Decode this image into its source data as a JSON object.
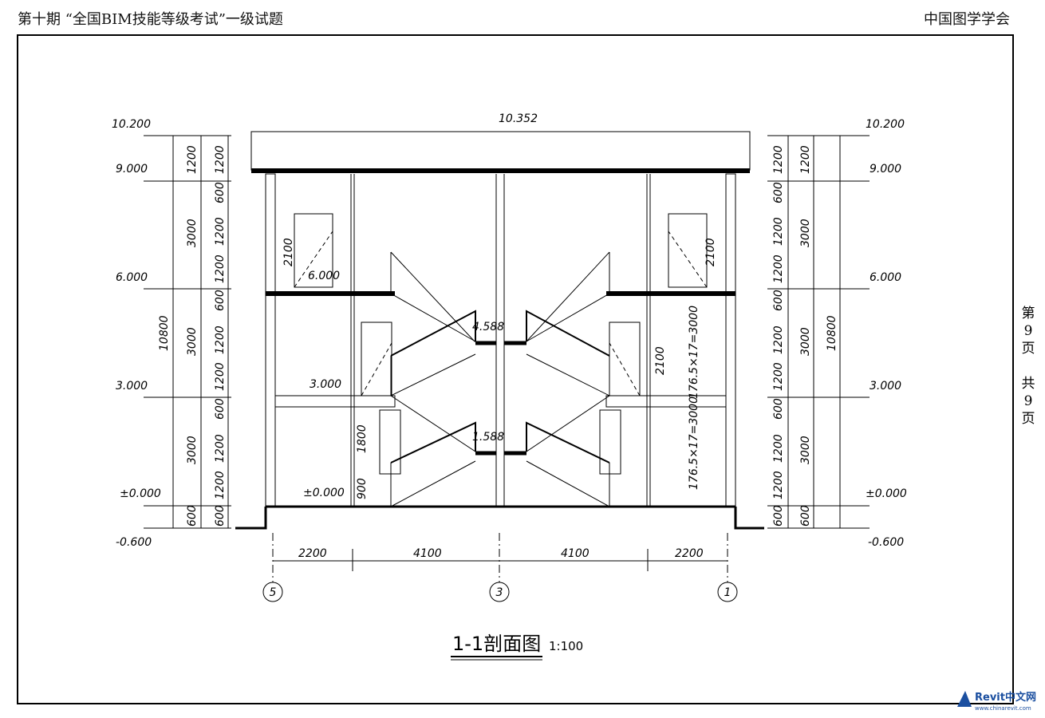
{
  "header": {
    "left": "第十期 “全国BIM技能等级考试”一级试题",
    "right": "中国图学学会"
  },
  "side_note": [
    "第",
    "9",
    "页",
    "",
    "共",
    "9",
    "页"
  ],
  "watermark": {
    "brand": "Revit中文网",
    "url": "www.chinarevit.com"
  },
  "drawing": {
    "title": "1-1剖面图",
    "scale": "1:100",
    "levels": {
      "top": "10.352",
      "roof": "10.200",
      "l9": "9.000",
      "l6": "6.000",
      "l3": "3.000",
      "l0": "±0.000",
      "ground": "-0.600",
      "mid1": "4.588",
      "mid2": "1.588"
    },
    "dims": {
      "total": "10800",
      "d1200": "1200",
      "d600": "600",
      "d3000": "3000",
      "d2100": "2100",
      "d1800": "1800",
      "d900": "900",
      "stair": "176.5×17=3000",
      "spans": [
        "2200",
        "4100",
        "4100",
        "2200"
      ]
    },
    "axes": [
      "5",
      "3",
      "1"
    ]
  }
}
